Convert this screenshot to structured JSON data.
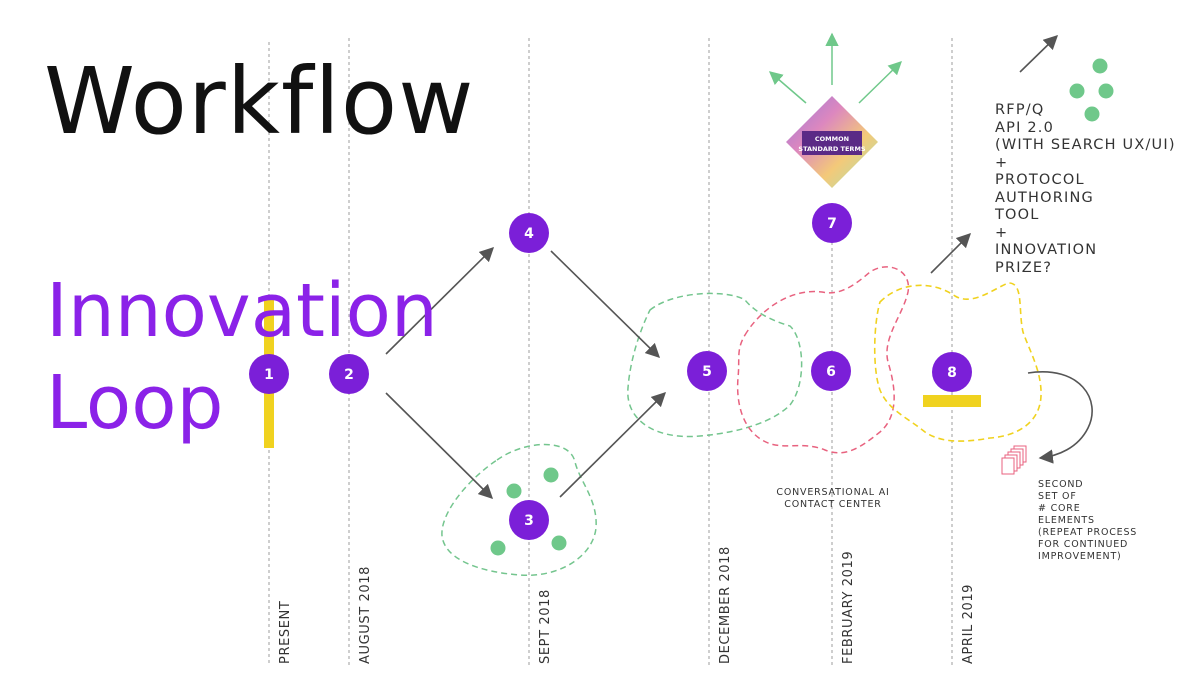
{
  "title": {
    "line1": "Workflow",
    "line2": "Innovation",
    "line3": "Loop"
  },
  "colors": {
    "purple": "#8b22e8",
    "node": "#7b1fd8",
    "green": "#6fc88a",
    "green_dash": "#74c58e",
    "pink_dash": "#e8627f",
    "yellow": "#f0d21f",
    "arrow": "#555555",
    "grid": "#b4b4b4",
    "text": "#333333"
  },
  "timeline": [
    "PRESENT",
    "AUGUST 2018",
    "SEPT 2018",
    "DECEMBER 2018",
    "FEBRUARY 2019",
    "APRIL 2019"
  ],
  "nodes": [
    "1",
    "2",
    "3",
    "4",
    "5",
    "6",
    "7",
    "8"
  ],
  "badge": {
    "line1": "COMMON",
    "line2": "STANDARD TERMS"
  },
  "notes": {
    "right_top": "RFP/Q\nAPI 2.0\n(WITH SEARCH UX/UI)\n+\nPROTOCOL\nAUTHORING\nTOOL\n+\nINNOVATION\nPRIZE?",
    "conversational": "CONVERSATIONAL AI\nCONTACT CENTER",
    "second_set": "SECOND\nSET OF\n# CORE\nELEMENTS\n(REPEAT PROCESS\nFOR CONTINUED\nIMPROVEMENT)"
  },
  "icons": [
    "arrow-icon",
    "document-stack-icon",
    "badge-diamond-icon"
  ]
}
